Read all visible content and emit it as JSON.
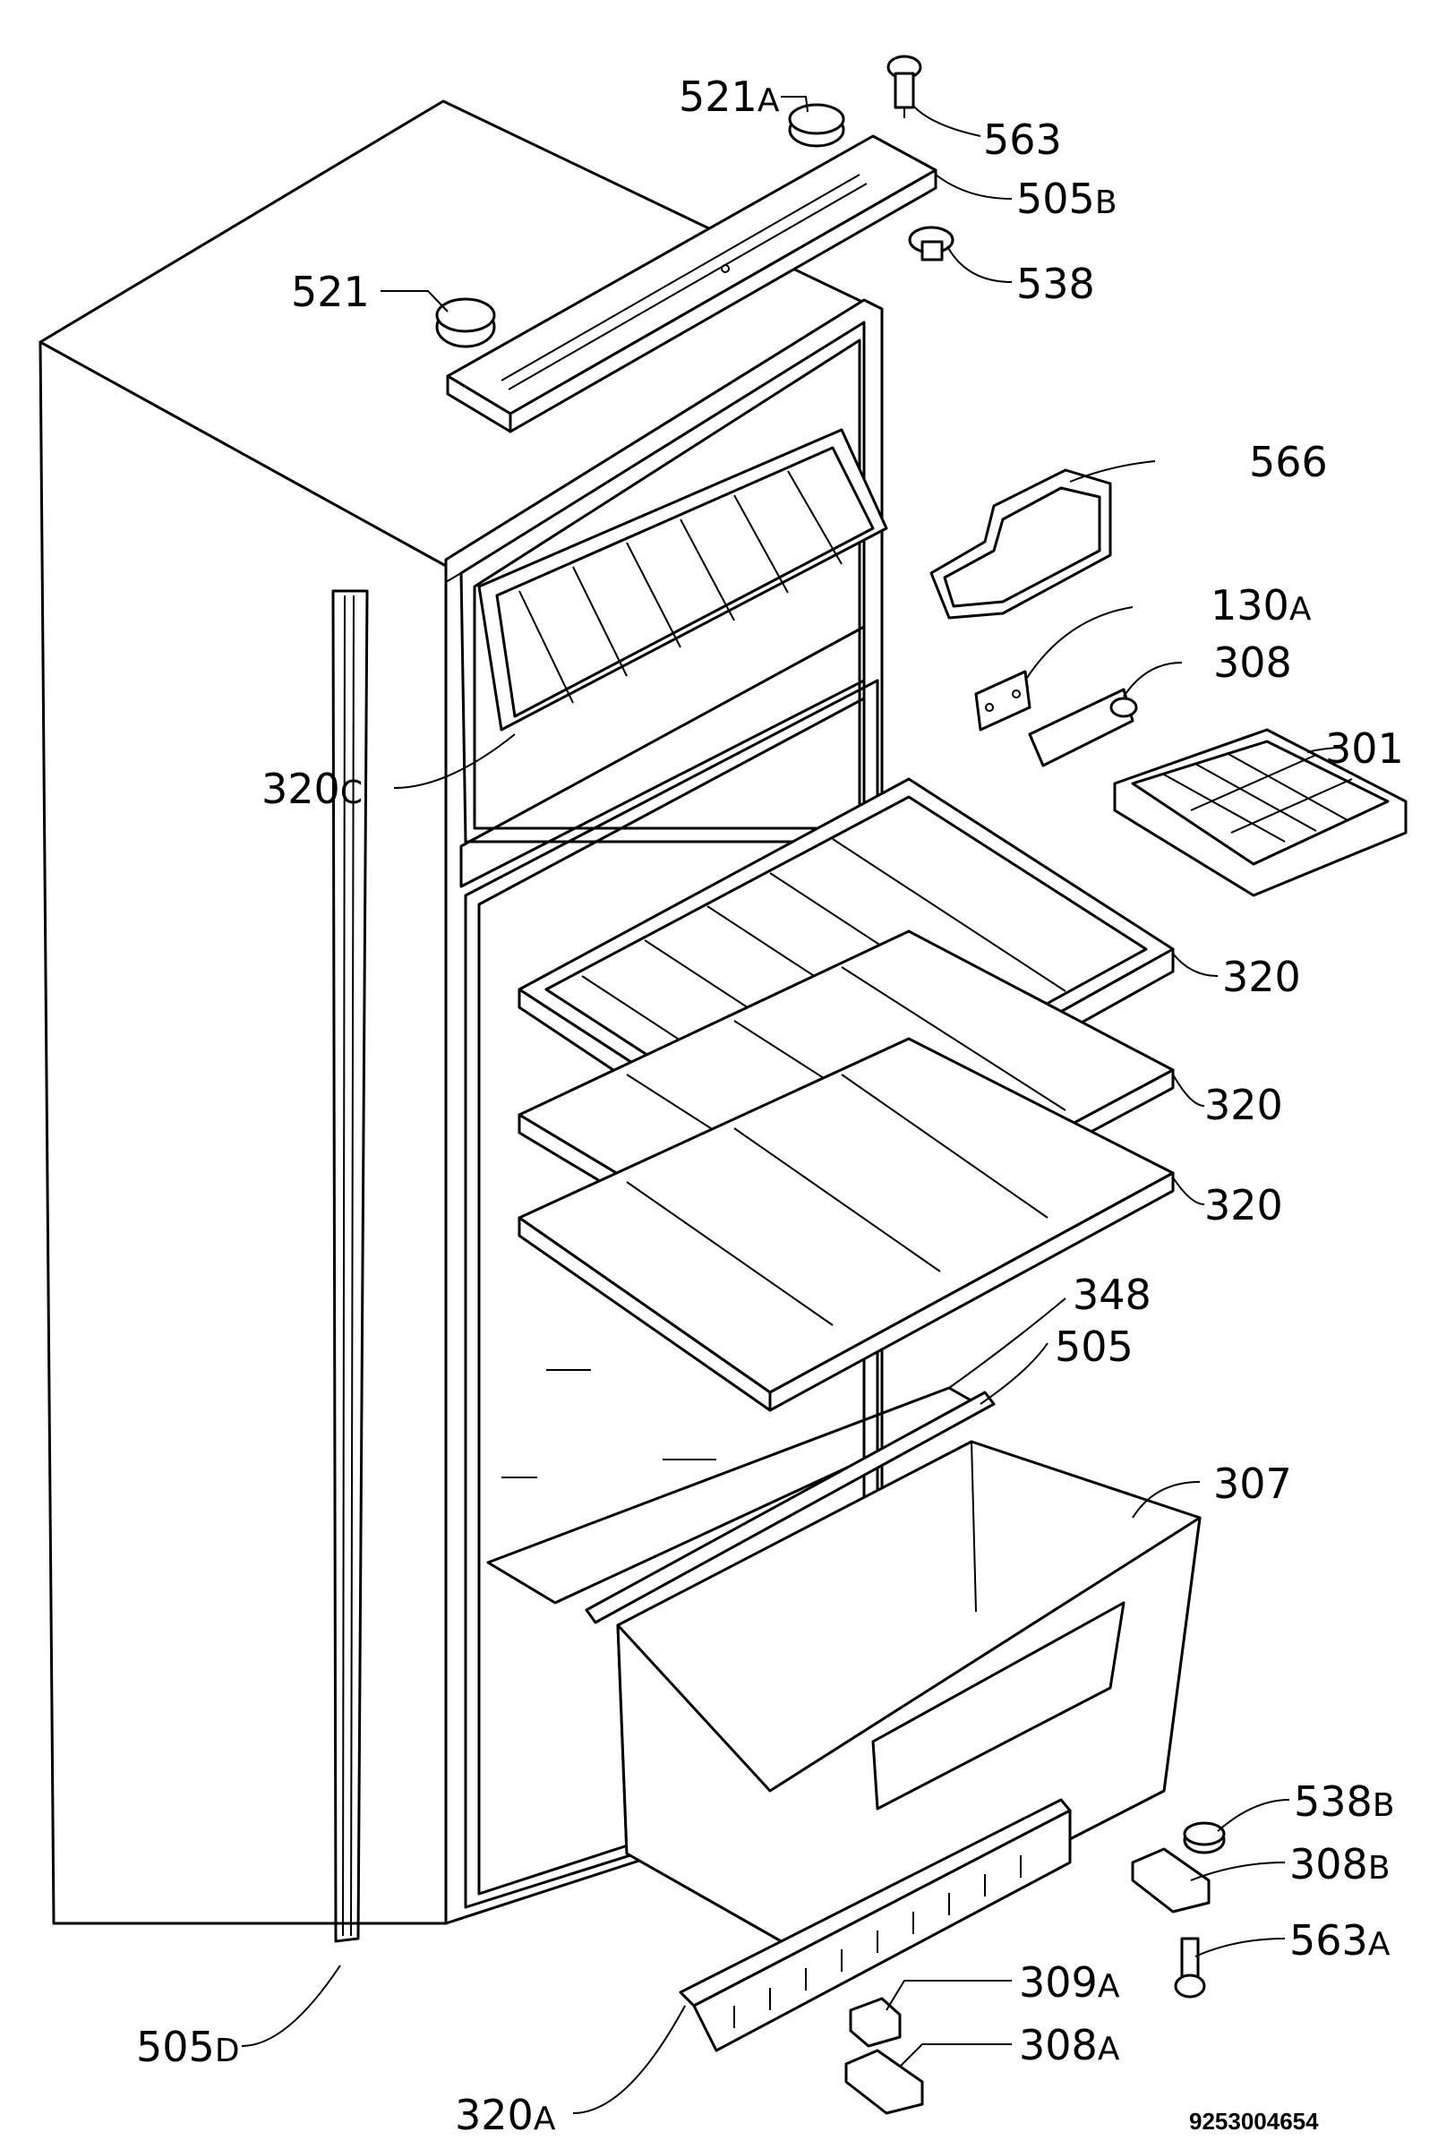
{
  "labels": [
    {
      "id": "l-521a",
      "num": "521",
      "suf": "A"
    },
    {
      "id": "l-563",
      "num": "563",
      "suf": ""
    },
    {
      "id": "l-505b",
      "num": "505",
      "suf": "B"
    },
    {
      "id": "l-538",
      "num": "538",
      "suf": ""
    },
    {
      "id": "l-521",
      "num": "521",
      "suf": ""
    },
    {
      "id": "l-566",
      "num": "566",
      "suf": ""
    },
    {
      "id": "l-130a",
      "num": "130",
      "suf": "A"
    },
    {
      "id": "l-308",
      "num": "308",
      "suf": ""
    },
    {
      "id": "l-301",
      "num": "301",
      "suf": ""
    },
    {
      "id": "l-320c",
      "num": "320",
      "suf": "C"
    },
    {
      "id": "l-320-1",
      "num": "320",
      "suf": ""
    },
    {
      "id": "l-320-2",
      "num": "320",
      "suf": ""
    },
    {
      "id": "l-320-3",
      "num": "320",
      "suf": ""
    },
    {
      "id": "l-348",
      "num": "348",
      "suf": ""
    },
    {
      "id": "l-505",
      "num": "505",
      "suf": ""
    },
    {
      "id": "l-307",
      "num": "307",
      "suf": ""
    },
    {
      "id": "l-538b",
      "num": "538",
      "suf": "B"
    },
    {
      "id": "l-308b",
      "num": "308",
      "suf": "B"
    },
    {
      "id": "l-563a",
      "num": "563",
      "suf": "A"
    },
    {
      "id": "l-309a",
      "num": "309",
      "suf": "A"
    },
    {
      "id": "l-308a",
      "num": "308",
      "suf": "A"
    },
    {
      "id": "l-505d",
      "num": "505",
      "suf": "D"
    },
    {
      "id": "l-320a",
      "num": "320",
      "suf": "A"
    }
  ],
  "drawing_code": "9253004654"
}
